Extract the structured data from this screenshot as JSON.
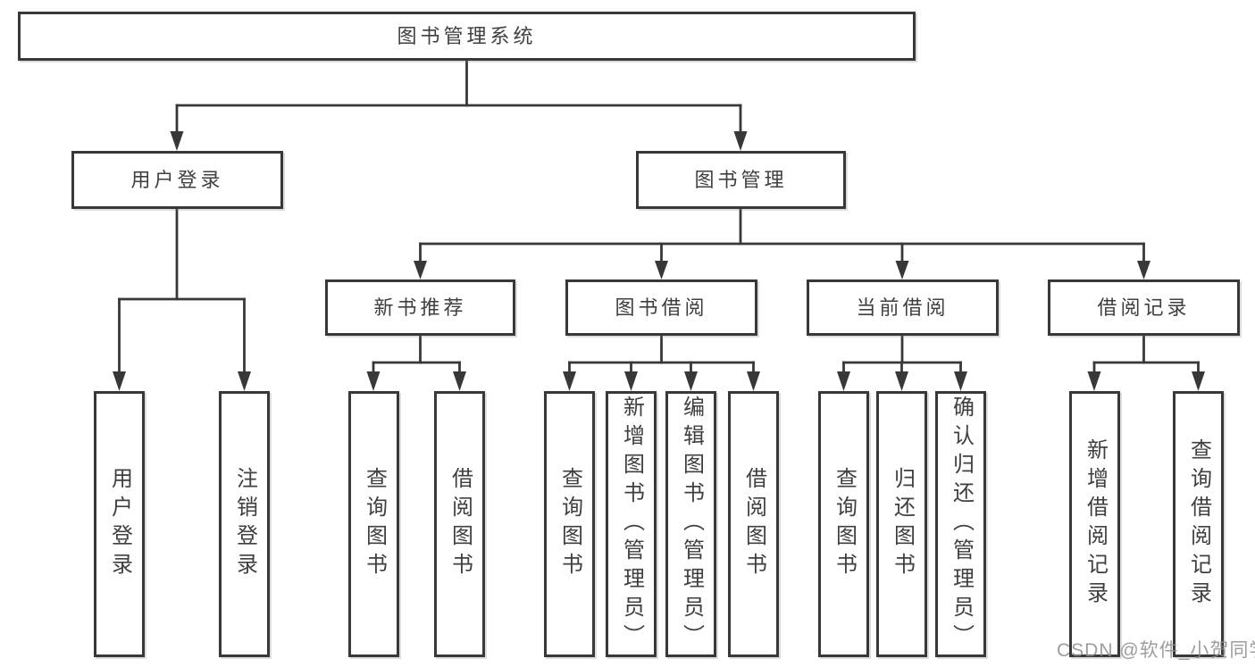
{
  "title": "图书管理系统",
  "branches": {
    "login": {
      "label": "用户登录",
      "children": [
        "用户登录",
        "注销登录"
      ]
    },
    "management": {
      "label": "图书管理",
      "groups": [
        {
          "label": "新书推荐",
          "children": [
            "查询图书",
            "借阅图书"
          ]
        },
        {
          "label": "图书借阅",
          "children": [
            "查询图书",
            "新增图书（管理员）",
            "编辑图书（管理员）",
            "借阅图书"
          ]
        },
        {
          "label": "当前借阅",
          "children": [
            "查询图书",
            "归还图书",
            "确认归还（管理员）"
          ]
        },
        {
          "label": "借阅记录",
          "children": [
            "新增借阅记录",
            "查询借阅记录"
          ]
        }
      ]
    }
  },
  "watermark": "CSDN @软件_小贺同学",
  "colors": {
    "line": "#383838",
    "box_border": "#383838",
    "text": "#3f3f3f",
    "watermark": "#8c8c8c",
    "background": "#ffffff"
  }
}
